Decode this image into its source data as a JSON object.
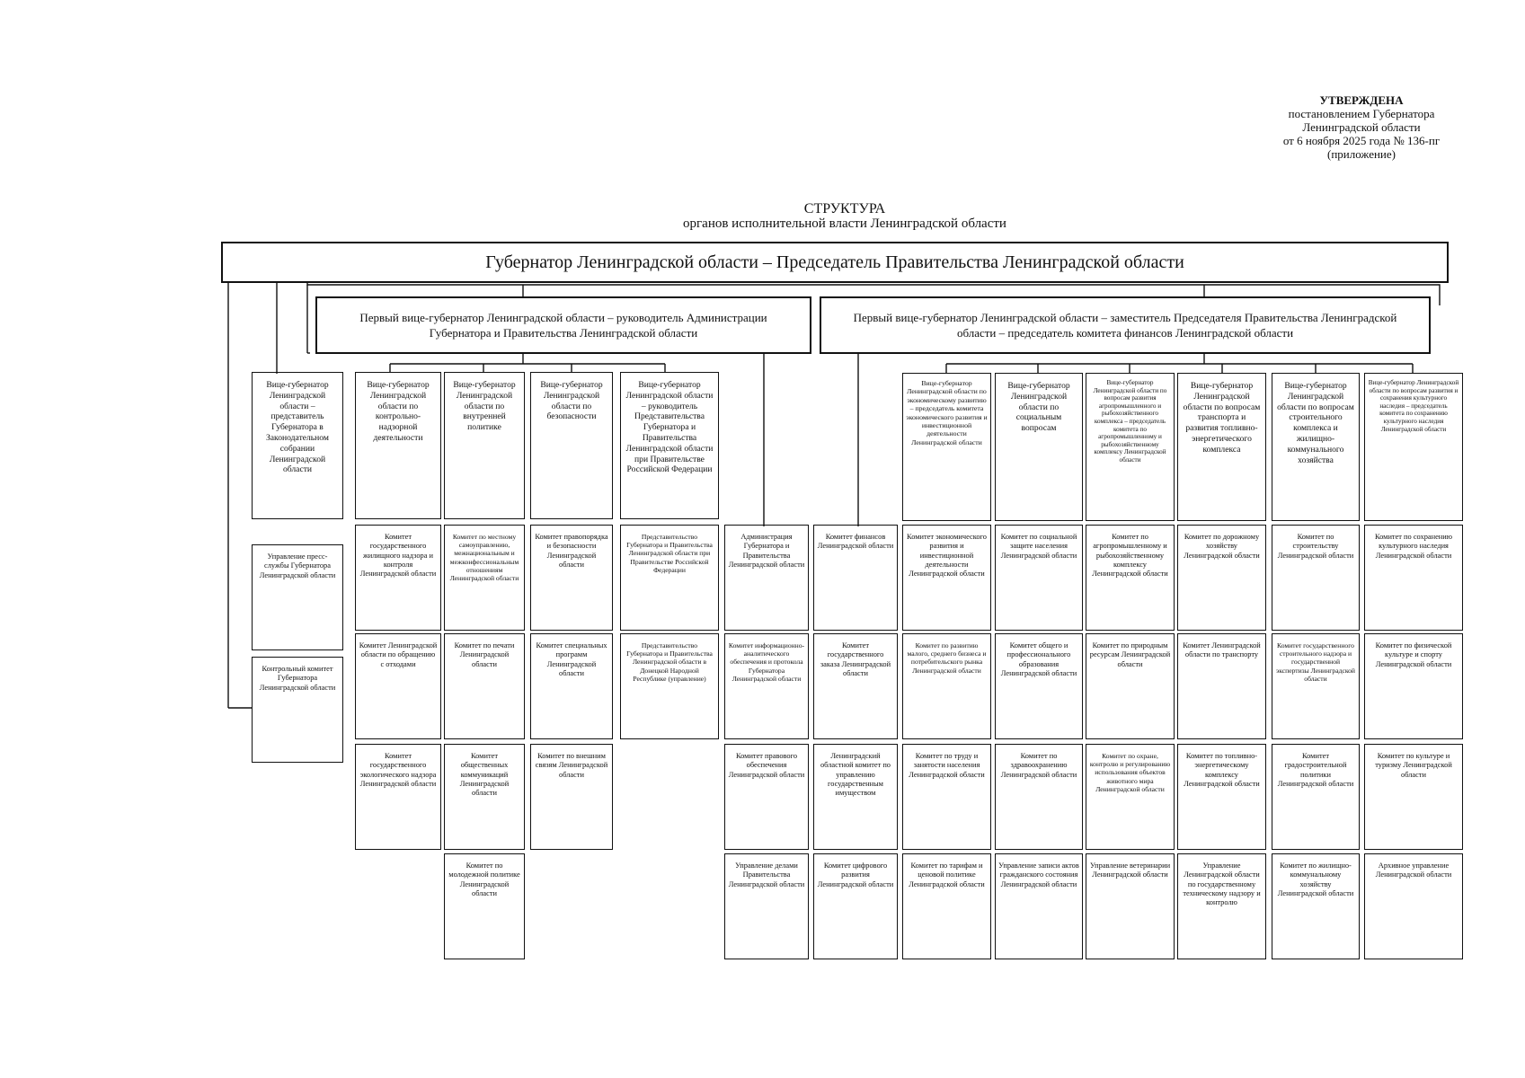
{
  "approval": {
    "lines": [
      "УТВЕРЖДЕНА",
      "постановлением Губернатора",
      "Ленинградской области",
      "от 6 ноября 2025 года № 136-пг",
      "(приложение)"
    ]
  },
  "title": {
    "line1": "СТРУКТУРА",
    "line2": "органов исполнительной власти Ленинградской области"
  },
  "governor": {
    "label": "Губернатор Ленинградской области – Председатель Правительства Ленинградской области"
  },
  "first_vice_left": {
    "label": "Первый вице-губернатор Ленинградской области – руководитель Администрации Губернатора и Правительства Ленинградской области"
  },
  "first_vice_right": {
    "label": "Первый вице-губернатор Ленинградской области – заместитель Председателя Правительства Ленинградской области – председатель комитета финансов Ленинградской области"
  },
  "columns": [
    {
      "head": "Вице-губернатор Ленинградской области – представитель Губернатора в Законодательном собрании Ленинградской области",
      "items": [
        "Управление пресс-службы Губернатора Ленинградской области",
        "Контрольный комитет Губернатора Ленинградской области"
      ]
    },
    {
      "head": "Вице-губернатор Ленинградской области по контрольно-надзорной деятельности",
      "items": [
        "Комитет государственного жилищного надзора и контроля Ленинградской области",
        "Комитет Ленинградской области по обращению с отходами",
        "Комитет государственного экологического надзора Ленинградской области"
      ]
    },
    {
      "head": "Вице-губернатор Ленинградской области по внутренней политике",
      "items": [
        "Комитет по местному самоуправлению, межнациональным и межконфессиональным отношениям Ленинградской области",
        "Комитет по печати Ленинградской области",
        "Комитет общественных коммуникаций Ленинградской области",
        "Комитет по молодежной политике Ленинградской области"
      ]
    },
    {
      "head": "Вице-губернатор Ленинградской области по безопасности",
      "items": [
        "Комитет правопорядка и безопасности Ленинградской области",
        "Комитет специальных программ Ленинградской области",
        "Комитет по внешним связям Ленинградской области"
      ]
    },
    {
      "head": "Вице-губернатор Ленинградской области – руководитель Представительства Губернатора и Правительства Ленинградской области при Правительстве Российской Федерации",
      "items": [
        "Представительство Губернатора и Правительства Ленинградской области при Правительстве Российской Федерации",
        "Представительство Губернатора и Правительства Ленинградской области в Донецкой Народной Республике (управление)"
      ]
    },
    {
      "head": "",
      "items": [
        "Администрация Губернатора и Правительства Ленинградской области",
        "Комитет информационно-аналитического обеспечения и протокола Губернатора Ленинградской области",
        "Комитет правового обеспечения Ленинградской области",
        "Управление делами Правительства Ленинградской области"
      ]
    },
    {
      "head": "",
      "items": [
        "Комитет финансов Ленинградской области",
        "Комитет государственного заказа Ленинградской области",
        "Ленинградский областной комитет по управлению государственным имуществом",
        "Комитет цифрового развития Ленинградской области"
      ]
    },
    {
      "head": "Вице-губернатор Ленинградской области по экономическому развитию – председатель комитета экономического развития и инвестиционной деятельности Ленинградской области",
      "items": [
        "Комитет экономического развития и инвестиционной деятельности Ленинградской области",
        "Комитет по развитию малого, среднего бизнеса и потребительского рынка Ленинградской области",
        "Комитет по труду и занятости населения Ленинградской области",
        "Комитет по тарифам и ценовой политике Ленинградской области"
      ]
    },
    {
      "head": "Вице-губернатор Ленинградской области по социальным вопросам",
      "items": [
        "Комитет по социальной защите населения Ленинградской области",
        "Комитет общего и профессионального образования Ленинградской области",
        "Комитет по здравоохранению Ленинградской области",
        "Управление записи актов гражданского состояния Ленинградской области"
      ]
    },
    {
      "head": "Вице-губернатор Ленинградской области по вопросам развития агропромышленного и рыбохозяйственного комплекса – председатель комитета по агропромышленному и рыбохозяйственному комплексу Ленинградской области",
      "items": [
        "Комитет по агропромышленному и рыбохозяйственному комплексу Ленинградской области",
        "Комитет по природным ресурсам Ленинградской области",
        "Комитет по охране, контролю и регулированию использования объектов животного мира Ленинградской области",
        "Управление ветеринарии Ленинградской области"
      ]
    },
    {
      "head": "Вице-губернатор Ленинградской области по вопросам транспорта и развития топливно-энергетического комплекса",
      "items": [
        "Комитет по дорожному хозяйству Ленинградской области",
        "Комитет Ленинградской области по транспорту",
        "Комитет по топливно-энергетическому комплексу Ленинградской области",
        "Управление Ленинградской области по государственному техническому надзору и контролю"
      ]
    },
    {
      "head": "Вице-губернатор Ленинградской области по вопросам строительного комплекса и жилищно-коммунального хозяйства",
      "items": [
        "Комитет по строительству Ленинградской области",
        "Комитет государственного строительного надзора и государственной экспертизы Ленинградской области",
        "Комитет градостроительной политики Ленинградской области",
        "Комитет по жилищно-коммунальному хозяйству Ленинградской области"
      ]
    },
    {
      "head": "Вице-губернатор Ленинградской области по вопросам развития и сохранения культурного наследия – председатель комитета по сохранению культурного наследия Ленинградской области",
      "items": [
        "Комитет по сохранению культурного наследия Ленинградской области",
        "Комитет по физической культуре и спорту Ленинградской области",
        "Комитет по культуре и туризму Ленинградской области",
        "Архивное управление Ленинградской области"
      ]
    }
  ]
}
